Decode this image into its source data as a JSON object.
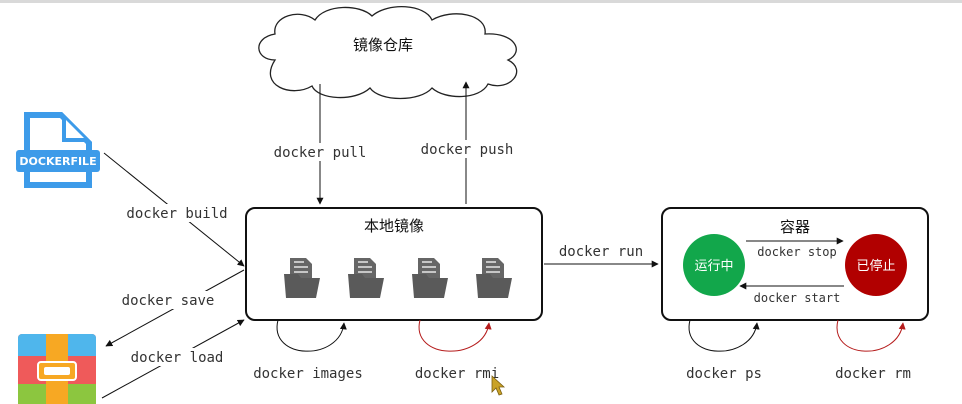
{
  "registry": {
    "label": "镜像仓库"
  },
  "local": {
    "title": "本地镜像"
  },
  "container": {
    "title": "容器"
  },
  "states": {
    "running": "运行中",
    "stopped": "已停止"
  },
  "dockerfile": {
    "label": "DOCKERFILE"
  },
  "commands": {
    "pull": "docker pull",
    "push": "docker push",
    "build": "docker build",
    "save": "docker save",
    "load": "docker load",
    "images": "docker images",
    "rmi": "docker rmi",
    "run": "docker run",
    "stop": "docker stop",
    "start": "docker start",
    "ps": "docker ps",
    "rm": "docker rm"
  },
  "colors": {
    "running": "#12a74b",
    "stopped": "#b10000",
    "dockerfile": "#3d9be9",
    "rmi_arrow": "#b51b1b"
  }
}
